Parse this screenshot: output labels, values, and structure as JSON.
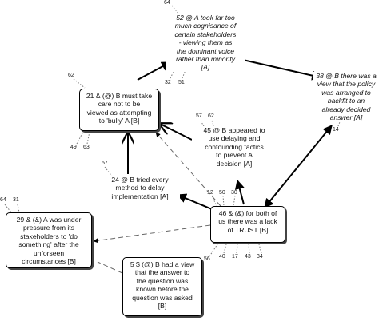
{
  "nodes": {
    "n52": {
      "text": "52 @ A took far too\nmuch cognisance of\ncertain stakeholders\n- viewing them as\nthe dominant voice\nrather than minority\n[A]"
    },
    "n38": {
      "text": "38 @ B there was a\nview that the policy\nwas arranged to\nbackfit to an\nalready decided\nanswer [A]"
    },
    "n21": {
      "text": "21 & (@) B must take\ncare not to be\nviewed as attempting\nto 'bully' A [B]"
    },
    "n45": {
      "text": "45 @ B appeared to\nuse delaying and\nconfounding tactics\nto prevent A\ndecision [A]"
    },
    "n24": {
      "text": "24 @ B tried every\nmethod to delay\nimplementation [A]"
    },
    "n29": {
      "text": "29 & (&) A was under\npressure from its\nstakeholders to 'do\nsomething' after the\nunforseen\ncircumstances [B]"
    },
    "n46": {
      "text": "46 & (&) for both of\nus there was a lack\nof TRUST [B]"
    },
    "n5": {
      "text": "5 $ (@) B had a view\nthat the answer to\nthe question was\nknown before the\nquestion was asked\n[B]"
    }
  },
  "refs": {
    "r64a": "64",
    "r32": "32",
    "r51": "51",
    "r62a": "62",
    "r49": "49",
    "r63": "63",
    "r14": "14",
    "r57a": "57",
    "r62b": "62",
    "r57b": "57",
    "r64b": "64",
    "r31": "31",
    "r12": "12",
    "r50": "50",
    "r30": "30",
    "r56": "56",
    "r40": "40",
    "r17": "17",
    "r43": "43",
    "r34": "34"
  }
}
